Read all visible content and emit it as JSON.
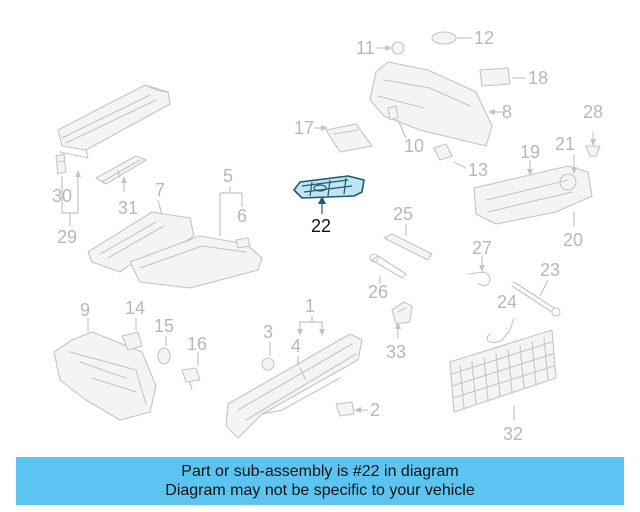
{
  "callouts": {
    "c1": "1",
    "c2": "2",
    "c3": "3",
    "c4": "4",
    "c5": "5",
    "c6": "6",
    "c7": "7",
    "c8": "8",
    "c9": "9",
    "c10": "10",
    "c11": "11",
    "c12": "12",
    "c13": "13",
    "c14": "14",
    "c15": "15",
    "c16": "16",
    "c17": "17",
    "c18": "18",
    "c19": "19",
    "c20": "20",
    "c21": "21",
    "c22": "22",
    "c23": "23",
    "c24": "24",
    "c25": "25",
    "c26": "26",
    "c27": "27",
    "c28": "28",
    "c29": "29",
    "c30": "30",
    "c31": "31",
    "c32": "32",
    "c33": "33"
  },
  "highlighted_part": "22",
  "banner": {
    "line1": "Part or sub-assembly is #22 in diagram",
    "line2": "Diagram may not be specific to your vehicle"
  },
  "colors": {
    "banner_bg": "#5bc4f1",
    "highlight_fill": "#bfe4f2",
    "highlight_stroke": "#1f5a6e",
    "faded_parts": "#c4c4c4"
  }
}
